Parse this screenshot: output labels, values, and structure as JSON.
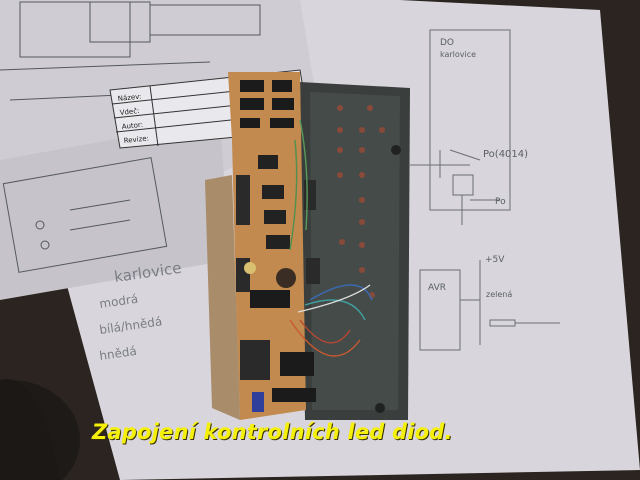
{
  "caption": "Zapojení kontrolních led diod.",
  "sketch_notes": {
    "top_right_box": [
      "DO",
      "karlovice"
    ],
    "label_po": "Po(4014)",
    "label_po2": "Po",
    "label_vcc": "+5V",
    "label_avr": "AVR",
    "label_zelena": "zelená",
    "label_modra": "modrá",
    "label_bila_hneda": "bílá/hnědá",
    "label_hneda": "hnědá",
    "label_karlovice": "karlovice"
  },
  "title_block": [
    "Název:",
    "Vdeč:",
    "Autor:",
    "Revize:"
  ]
}
